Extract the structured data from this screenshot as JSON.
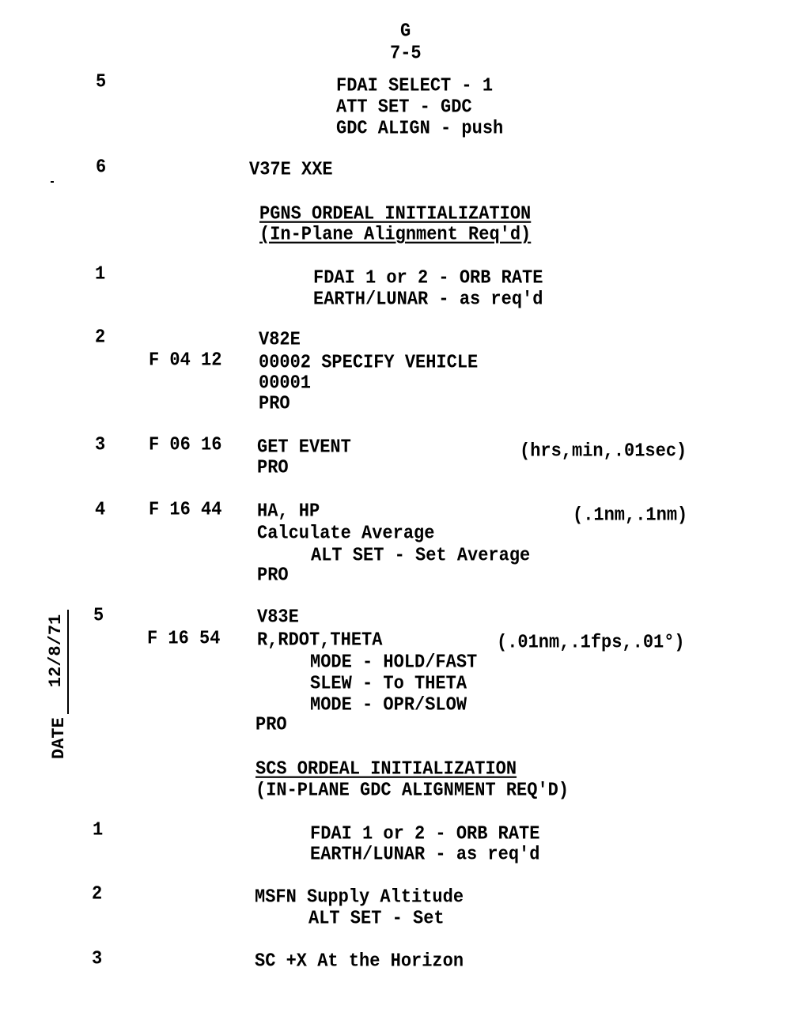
{
  "header": {
    "section": "G",
    "page": "7-5"
  },
  "date": {
    "label": "DATE",
    "value": "12/8/71"
  },
  "block1": {
    "step5": "5",
    "s5_lines": [
      "FDAI SELECT - 1",
      "ATT SET - GDC",
      "GDC ALIGN - push"
    ],
    "step6": "6",
    "s6_text": "V37E XXE"
  },
  "pgns": {
    "title": "PGNS ORDEAL INITIALIZATION",
    "subtitle": "(In-Plane Alignment Req'd)",
    "steps": [
      {
        "num": "1",
        "lines": [
          "FDAI 1 or 2 - ORB RATE",
          "EARTH/LUNAR - as req'd"
        ]
      },
      {
        "num": "2",
        "code": "F 04 12",
        "lines": [
          "V82E",
          "00002 SPECIFY VEHICLE",
          "00001",
          "PRO"
        ]
      },
      {
        "num": "3",
        "code": "F 06 16",
        "lines": [
          "GET EVENT",
          "PRO"
        ],
        "units": "(hrs,min,.01sec)"
      },
      {
        "num": "4",
        "code": "F 16 44",
        "lines": [
          "HA, HP",
          "Calculate Average",
          "ALT SET - Set Average",
          "PRO"
        ],
        "units": "(.1nm,.1nm)"
      },
      {
        "num": "5",
        "code": "F 16 54",
        "lines": [
          "V83E",
          "R,RDOT,THETA",
          "MODE - HOLD/FAST",
          "SLEW - To THETA",
          "MODE - OPR/SLOW",
          "PRO"
        ],
        "units": "(.01nm,.1fps,.01°)"
      }
    ]
  },
  "scs": {
    "title": "SCS ORDEAL INITIALIZATION",
    "subtitle": "(IN-PLANE GDC ALIGNMENT REQ'D)",
    "steps": [
      {
        "num": "1",
        "lines": [
          "FDAI 1 or 2 - ORB RATE",
          "EARTH/LUNAR - as req'd"
        ]
      },
      {
        "num": "2",
        "lines": [
          "MSFN Supply Altitude",
          "ALT SET - Set"
        ]
      },
      {
        "num": "3",
        "lines": [
          "SC +X At the Horizon"
        ]
      }
    ]
  }
}
